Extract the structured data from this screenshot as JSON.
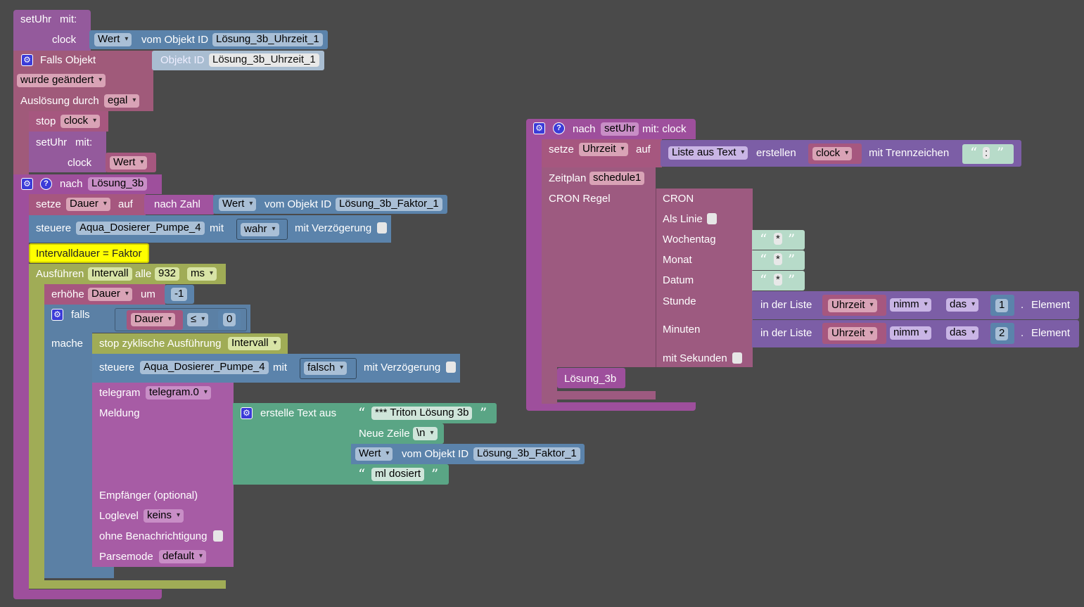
{
  "setuhr_call": {
    "name": "setUhr",
    "with": "mit:",
    "param": "clock",
    "value_field": "Wert",
    "from_object": "vom Objekt ID",
    "object_id": "Lösung_3b_Uhrzeit_1"
  },
  "trigger": {
    "label": "Falls Objekt",
    "object_label": "Objekt ID",
    "object_id": "Lösung_3b_Uhrzeit_1",
    "condition": "wurde geändert",
    "source_label": "Auslösung durch",
    "source_value": "egal",
    "stop_label": "stop",
    "stop_value": "clock",
    "call_name": "setUhr",
    "call_with": "mit:",
    "call_param": "clock",
    "call_value": "Wert"
  },
  "proc_loesung": {
    "header_label": "nach",
    "name": "Lösung_3b",
    "set_label": "setze",
    "set_var": "Dauer",
    "set_to": "auf",
    "to_number": "nach Zahl",
    "value_field": "Wert",
    "from_object": "vom Objekt ID",
    "factor_id": "Lösung_3b_Faktor_1",
    "control_label": "steuere",
    "control_target": "Aqua_Dosierer_Pumpe_4",
    "control_with": "mit",
    "control_value": "wahr",
    "delay_label": "mit Verzögerung",
    "comment": "Intervalldauer = Faktor",
    "exec_label": "Ausführen",
    "exec_name": "Intervall",
    "exec_every": "alle",
    "exec_amount": "932",
    "exec_unit": "ms",
    "inc_label": "erhöhe",
    "inc_var": "Dauer",
    "inc_by": "um",
    "inc_value": "-1",
    "if_label": "falls",
    "if_var": "Dauer",
    "if_op": "≤",
    "if_value": "0",
    "do_label": "mache",
    "stop_label": "stop zyklische Ausführung",
    "stop_value": "Intervall",
    "ctrl2_label": "steuere",
    "ctrl2_target": "Aqua_Dosierer_Pumpe_4",
    "ctrl2_with": "mit",
    "ctrl2_value": "falsch",
    "ctrl2_delay": "mit Verzögerung",
    "telegram_label": "telegram",
    "telegram_value": "telegram.0",
    "message_label": "Meldung",
    "create_text": "erstelle Text aus",
    "text1": "*** Triton Lösung 3b",
    "newline_label": "Neue Zeile",
    "newline_value": "\\n",
    "text_value_field": "Wert",
    "text_from_object": "vom Objekt ID",
    "text_factor_id": "Lösung_3b_Faktor_1",
    "text2": "ml dosiert",
    "receiver_label": "Empfänger (optional)",
    "loglevel_label": "Loglevel",
    "loglevel_value": "keins",
    "nonotify_label": "ohne Benachrichtigung",
    "parsemode_label": "Parsemode",
    "parsemode_value": "default"
  },
  "proc_setuhr": {
    "header_label": "nach",
    "name": "setUhr",
    "with_label": "mit: clock",
    "set_label": "setze",
    "set_var": "Uhrzeit",
    "set_to": "auf",
    "list_from_text": "Liste aus Text",
    "create_label": "erstellen",
    "clock_var": "clock",
    "separator_label": "mit Trennzeichen",
    "separator_value": ":",
    "schedule_label": "Zeitplan",
    "schedule_name": "schedule1",
    "cron_rule_label": "CRON Regel",
    "cron_label": "CRON",
    "as_line_label": "Als Linie",
    "weekday_label": "Wochentag",
    "weekday_value": "*",
    "month_label": "Monat",
    "month_value": "*",
    "date_label": "Datum",
    "date_value": "*",
    "hour_label": "Stunde",
    "minutes_label": "Minuten",
    "seconds_label": "mit Sekunden",
    "in_list_label": "in der Liste",
    "list_var": "Uhrzeit",
    "take_label": "nimm",
    "the_label": "das",
    "index1": "1",
    "index2": "2",
    "dot": ".",
    "element_label": "Element",
    "call_name": "Lösung_3b"
  },
  "colors": {
    "workspace": "#4a4a4a",
    "procedure": "#9e4f9c",
    "object": "#5b83ab",
    "timer": "#a0ac56",
    "text": "#5aa585",
    "list": "#7c5ea6",
    "comment": "#ffff00"
  }
}
